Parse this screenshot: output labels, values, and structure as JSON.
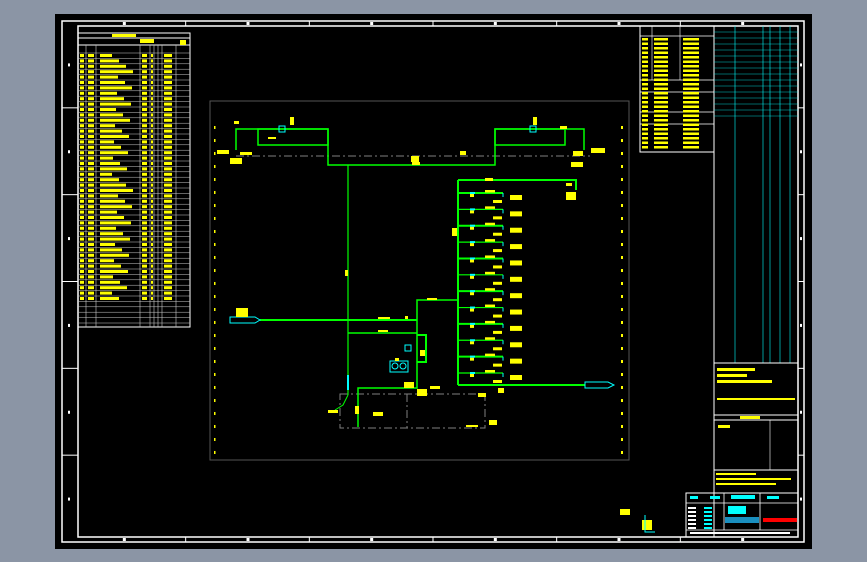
{
  "drawing": {
    "type": "piping schematic (CAD drawing)",
    "colors": {
      "background": "#000000",
      "frame": "#ffffff",
      "pipe": "#00ff00",
      "equipment": "#00ffff",
      "annotation": "#ffff00",
      "centerline": "#808080",
      "warning_text": "#ff0000",
      "outer_window": "#8b95a5"
    },
    "branch_outlets": 12,
    "border_zone_marks": 6
  }
}
